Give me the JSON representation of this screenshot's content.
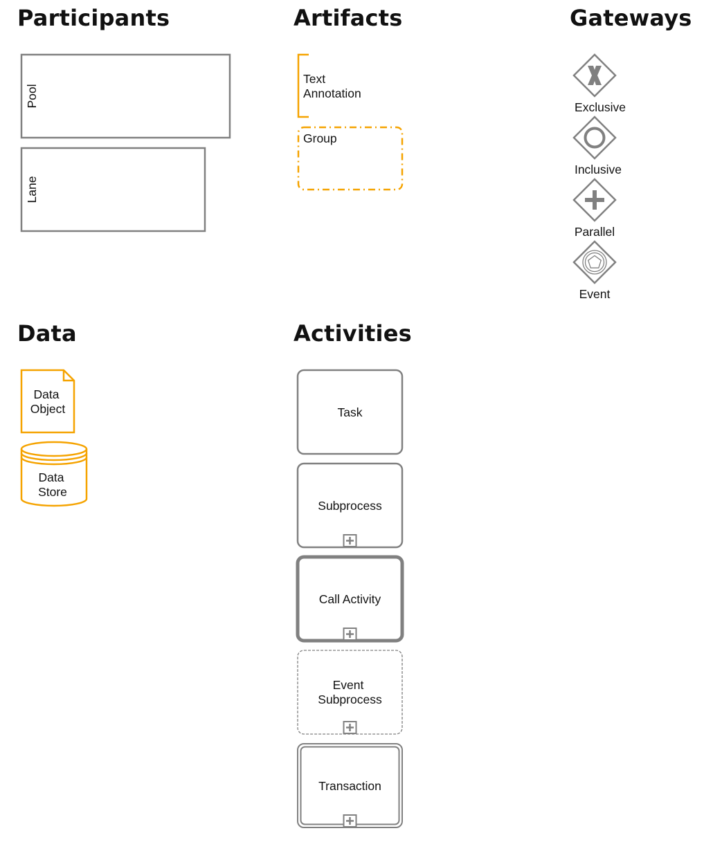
{
  "headings": {
    "participants": "Participants",
    "artifacts": "Artifacts",
    "gateways": "Gateways",
    "data": "Data",
    "activities": "Activities"
  },
  "participants": {
    "pool": "Pool",
    "lane": "Lane"
  },
  "artifacts": {
    "text_annotation": [
      "Text",
      "Annotation"
    ],
    "group": "Group"
  },
  "gateways": {
    "exclusive": "Exclusive",
    "inclusive": "Inclusive",
    "parallel": "Parallel",
    "event": "Event"
  },
  "data": {
    "data_object": [
      "Data",
      "Object"
    ],
    "data_store": [
      "Data",
      "Store"
    ]
  },
  "activities": {
    "task": "Task",
    "subprocess": "Subprocess",
    "call_activity": "Call Activity",
    "event_subprocess": [
      "Event",
      "Subprocess"
    ],
    "transaction": "Transaction"
  },
  "colors": {
    "shape_stroke": "#808080",
    "artifact_stroke": "#f5a300",
    "text": "#111111"
  }
}
